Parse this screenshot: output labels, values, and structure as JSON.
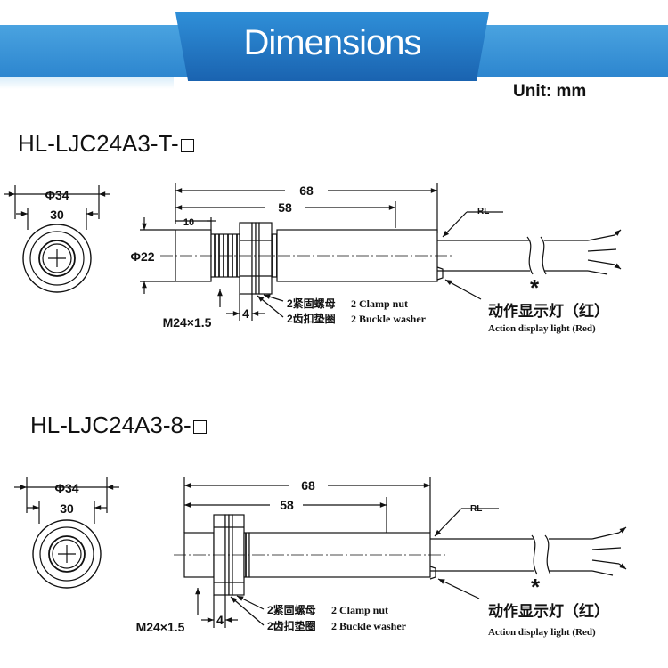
{
  "header": {
    "title": "Dimensions",
    "unit": "Unit: mm"
  },
  "colors": {
    "banner": "#2f8fd8",
    "line": "#111111"
  },
  "icons": {
    "thread": "hatched-thread",
    "cable": "cable-with-break"
  },
  "drawings": [
    {
      "model": "HL-LJC24A3-T-",
      "phi34": "Φ34",
      "d30": "30",
      "len68": "68",
      "len58": "58",
      "len10": "10",
      "phi22": "Φ22",
      "thread": "M24×1.5",
      "nut_w": "4",
      "rl": "RL",
      "clamp_cn": "2紧固螺母",
      "clamp_en": "2 Clamp nut",
      "washer_cn": "2齿扣垫圈",
      "washer_en": "2 Buckle washer",
      "star": "*",
      "light_cn": "动作显示灯（红）",
      "light_en": "Action display light (Red)"
    },
    {
      "model": "HL-LJC24A3-8-",
      "phi34": "Φ34",
      "d30": "30",
      "len68": "68",
      "len58": "58",
      "thread": "M24×1.5",
      "nut_w": "4",
      "rl": "RL",
      "clamp_cn": "2紧固螺母",
      "clamp_en": "2 Clamp nut",
      "washer_cn": "2齿扣垫圈",
      "washer_en": "2 Buckle washer",
      "star": "*",
      "light_cn": "动作显示灯（红）",
      "light_en": "Action display light (Red)"
    }
  ]
}
